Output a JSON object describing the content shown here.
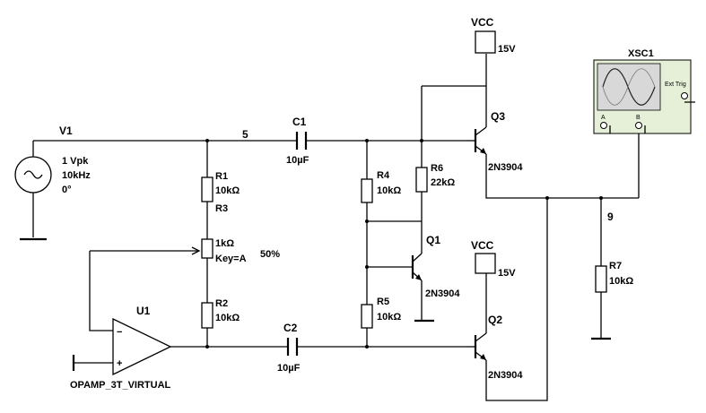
{
  "labels": {
    "vcc_top": "VCC",
    "vcc_top_voltage": "15V",
    "vcc_mid": "VCC",
    "vcc_mid_voltage": "15V",
    "v1_name": "V1",
    "v1_amplitude": "1 Vpk",
    "v1_frequency": "10kHz",
    "v1_phase": "0°",
    "node_5": "5",
    "node_9": "9",
    "c1_name": "C1",
    "c1_value": "10µF",
    "c2_name": "C2",
    "c2_value": "10µF",
    "r1_name": "R1",
    "r1_value": "10kΩ",
    "r3_name": "R3",
    "r3_value": "1kΩ",
    "r3_key": "Key=A",
    "r3_percent": "50%",
    "r2_name": "R2",
    "r2_value": "10kΩ",
    "r4_name": "R4",
    "r4_value": "10kΩ",
    "r5_name": "R5",
    "r5_value": "10kΩ",
    "r6_name": "R6",
    "r6_value": "22kΩ",
    "r7_name": "R7",
    "r7_value": "10kΩ",
    "q1_name": "Q1",
    "q1_model": "2N3904",
    "q2_name": "Q2",
    "q2_model": "2N3904",
    "q3_name": "Q3",
    "q3_model": "2N3904",
    "u1_name": "U1",
    "u1_model": "OPAMP_3T_VIRTUAL",
    "xsc1_name": "XSC1",
    "xsc1_ext_trig": "Ext Trig",
    "xsc1_channel_a": "A",
    "xsc1_channel_b": "B",
    "opamp_minus": "−",
    "opamp_plus": "+"
  },
  "colors": {
    "wire": "#000000",
    "scope_body": "#e6f0d8",
    "scope_screen": "#d8d8d8"
  }
}
